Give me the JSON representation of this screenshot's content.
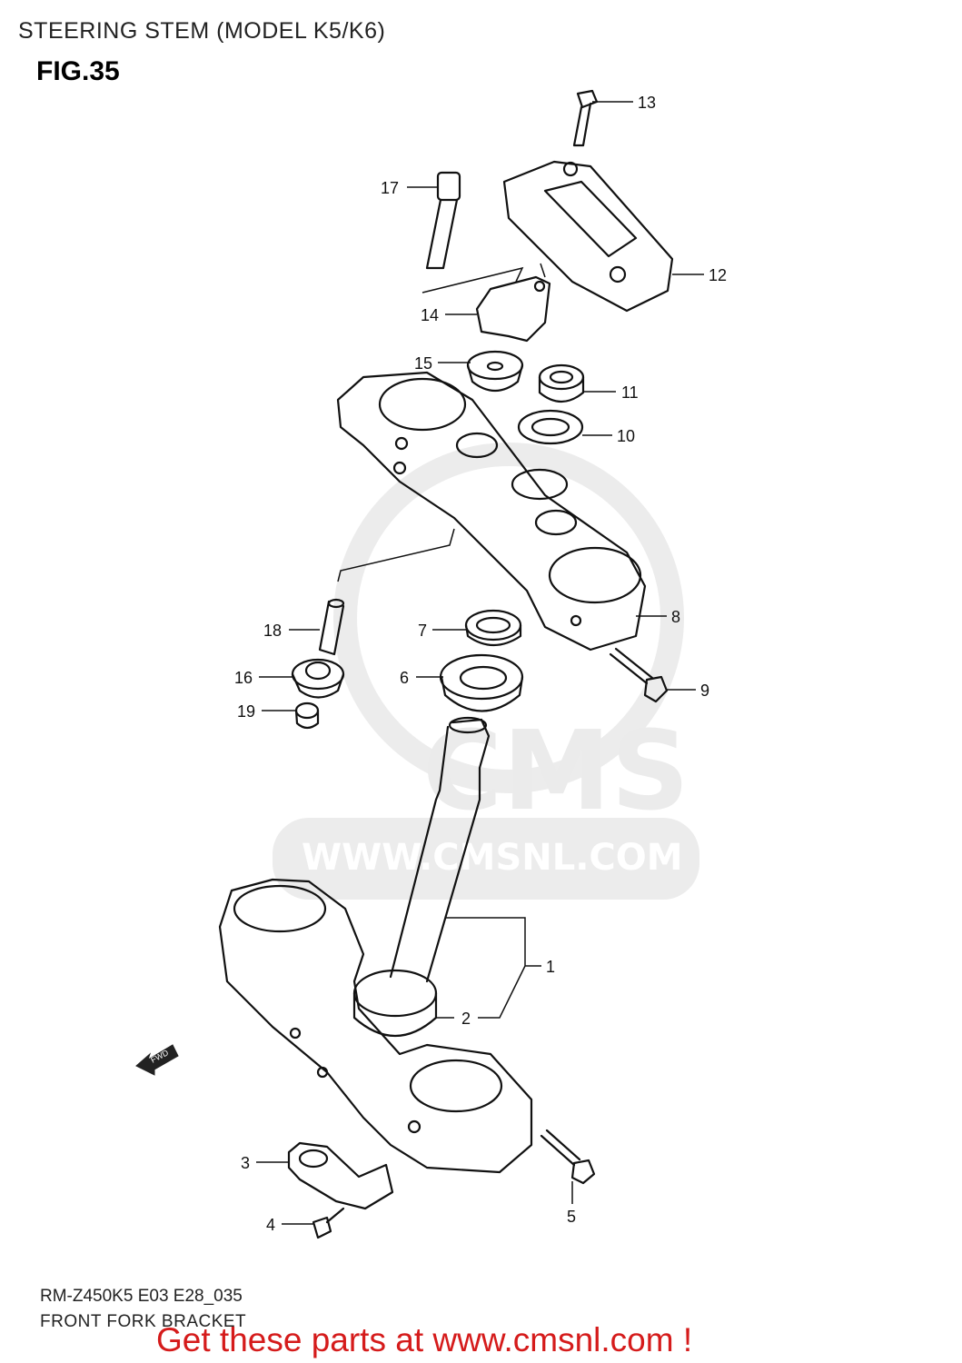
{
  "header": {
    "title": "STEERING STEM (MODEL K5/K6)",
    "figure": "FIG.35"
  },
  "watermark": {
    "logo_text": "CMS",
    "url_text": "WWW.CMSNL.COM",
    "color": "#e8e8e8"
  },
  "direction_marker": "FWD",
  "callouts": [
    "13",
    "17",
    "12",
    "14",
    "15",
    "11",
    "10",
    "18",
    "7",
    "8",
    "16",
    "6",
    "9",
    "19",
    "1",
    "2",
    "3",
    "5",
    "4"
  ],
  "footer": {
    "code": "RM-Z450K5 E03 E28_035",
    "caption": "FRONT FORK BRACKET",
    "promo": "Get these parts at www.cmsnl.com !",
    "promo_color": "#d51b1b"
  }
}
